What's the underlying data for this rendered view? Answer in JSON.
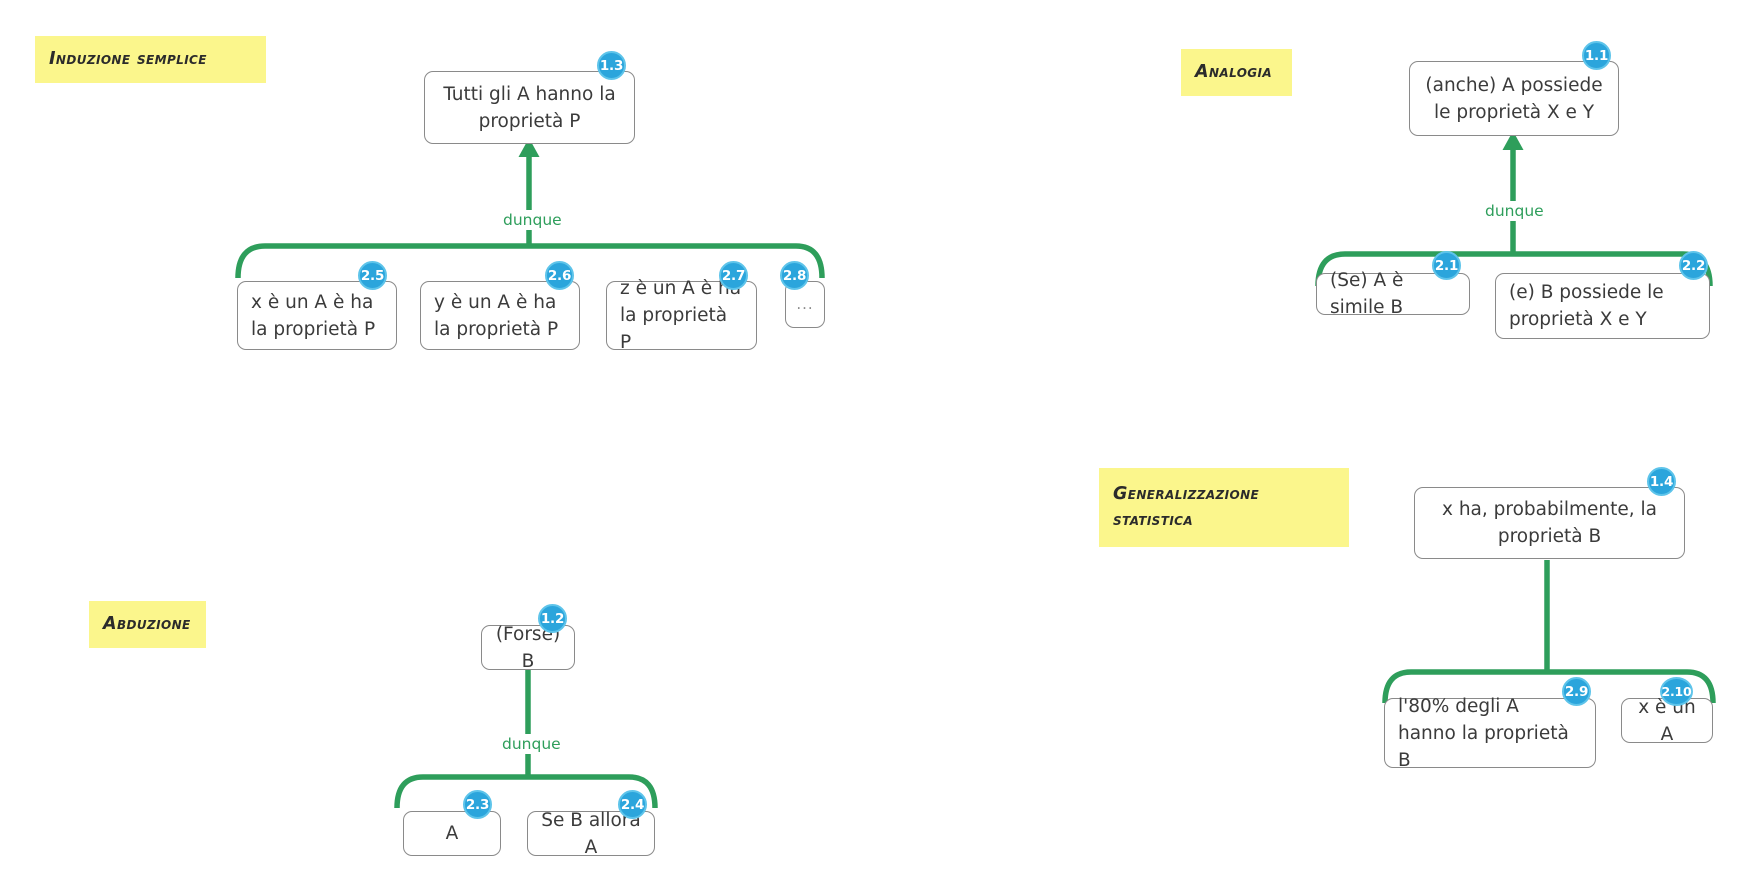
{
  "page": {
    "background": "#ffffff",
    "accent_green": "#2E9E5B",
    "badge_blue": "#2BA5DC",
    "badge_ring": "#5EC4EA",
    "highlight_yellow": "#FBF68C",
    "node_border": "#8A8A8A",
    "node_text": "#3B3B3B"
  },
  "sections": {
    "induzione": {
      "title": "Induzione semplice"
    },
    "analogia": {
      "title": "Analogia"
    },
    "abduzione": {
      "title": "Abduzione"
    },
    "generalizzazione": {
      "title": "Generalizzazione statistica"
    }
  },
  "connector_labels": {
    "induzione": "dunque",
    "analogia": "dunque",
    "abduzione": "dunque"
  },
  "nodes": {
    "induzione": {
      "conclusion": {
        "id": "1.3",
        "text": "Tutti gli A hanno la proprietà P"
      },
      "premises": [
        {
          "id": "2.5",
          "text": "x è un A è ha la proprietà P"
        },
        {
          "id": "2.6",
          "text": "y è un A è ha la proprietà P"
        },
        {
          "id": "2.7",
          "text": "z è un A è ha la proprietà P"
        },
        {
          "id": "2.8",
          "text": "..."
        }
      ]
    },
    "analogia": {
      "conclusion": {
        "id": "1.1",
        "text": "(anche) A possiede le proprietà X e Y"
      },
      "premises": [
        {
          "id": "2.1",
          "text": "(Se) A è simile B"
        },
        {
          "id": "2.2",
          "text": "(e) B possiede le proprietà X e Y"
        }
      ]
    },
    "abduzione": {
      "conclusion": {
        "id": "1.2",
        "text": "(Forse) B"
      },
      "premises": [
        {
          "id": "2.3",
          "text": "A"
        },
        {
          "id": "2.4",
          "text": "Se B allora A"
        }
      ]
    },
    "generalizzazione": {
      "conclusion": {
        "id": "1.4",
        "text": "x ha, probabilmente, la proprietà B"
      },
      "premises": [
        {
          "id": "2.9",
          "text": "l'80% degli A hanno la proprietà B"
        },
        {
          "id": "2.10",
          "text": "x è un A"
        }
      ]
    }
  }
}
